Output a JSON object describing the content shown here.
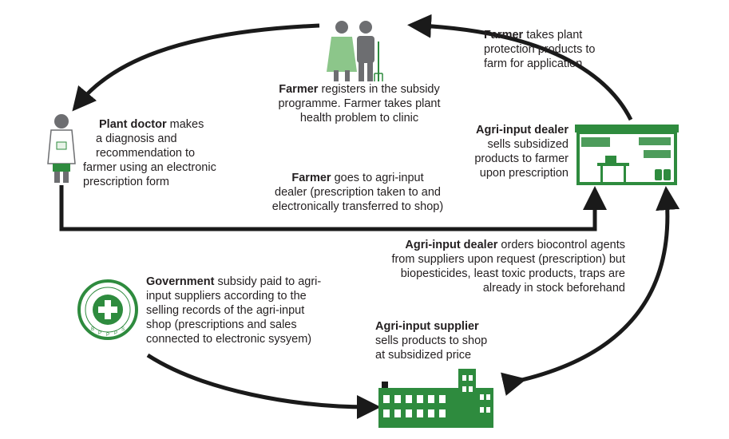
{
  "colors": {
    "arrow": "#1a1a1a",
    "green": "#2e8b3e",
    "dark_green": "#1f6e2c",
    "doctor_gray": "#6d6e71",
    "farmer_green": "#8cc68a"
  },
  "icons": {
    "farmer": "farmer-couple-icon",
    "doctor": "plant-doctor-icon",
    "dealer": "agri-input-shop-icon",
    "supplier": "factory-icon",
    "government": "bppps-seal-icon"
  },
  "nodes": {
    "farmer_takes": {
      "bold": "Farmer",
      "rest1": " takes plant",
      "line2": "protection products to",
      "line3": "farm for application"
    },
    "farmer_registers": {
      "bold": "Farmer",
      "rest1": " registers in the subsidy",
      "line2": "programme. Farmer takes plant",
      "line3": "health problem to clinic"
    },
    "plant_doctor": {
      "bold": "Plant doctor",
      "rest1": " makes",
      "line2": "a diagnosis and",
      "line3": "recommendation to",
      "line4": "farmer using an electronic",
      "line5": "prescription form"
    },
    "dealer_sells": {
      "bold": "Agri-input dealer",
      "line2": "sells subsidized",
      "line3": "products to farmer",
      "line4": "upon prescription"
    },
    "farmer_goes": {
      "bold": "Farmer",
      "rest1": " goes to agri-input",
      "line2": "dealer (prescription taken to and",
      "line3": "electronically transferred to shop)"
    },
    "dealer_orders": {
      "bold": "Agri-input dealer",
      "rest1": " orders biocontrol agents",
      "line2": "from suppliers upon request (prescription) but",
      "line3": "biopesticides, least toxic products, traps are",
      "line4": "already in stock beforehand"
    },
    "government": {
      "bold": "Government",
      "rest1": " subsidy paid to agri-",
      "line2": "input suppliers according to the",
      "line3": "selling records of the agri-input",
      "line4": "shop (prescriptions and sales",
      "line5": "connected to electronic sysyem)"
    },
    "supplier": {
      "bold": "Agri-input supplier",
      "line2": "sells products to shop",
      "line3": "at subsidized price"
    }
  },
  "seal": {
    "letters": [
      "B",
      "P",
      "P",
      "P",
      "S"
    ]
  }
}
